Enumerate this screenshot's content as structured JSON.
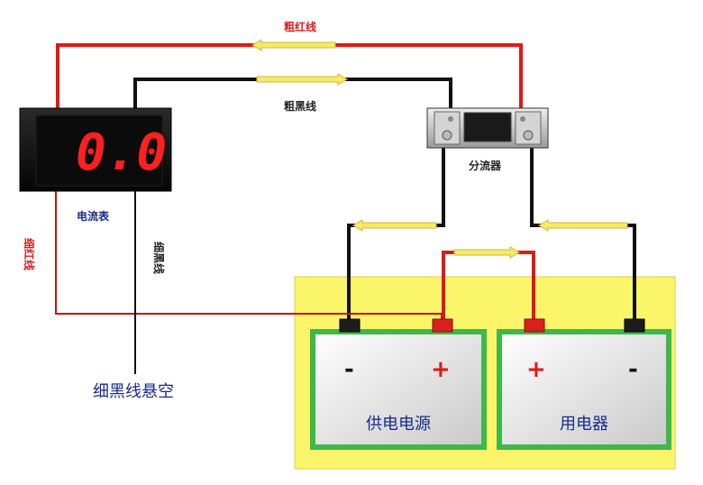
{
  "labels": {
    "thick_red": "粗红线",
    "thick_black": "粗黑线",
    "shunt": "分流器",
    "ammeter": "电流表",
    "thin_red": "细红线",
    "thin_black": "细黑线",
    "thin_black_floating": "细黑线悬空"
  },
  "meter": {
    "display": "0.0"
  },
  "batteries": [
    {
      "label": "供电电源",
      "left_terminal": "-",
      "right_terminal": "+"
    },
    {
      "label": "用电器",
      "left_terminal": "+",
      "right_terminal": "-"
    }
  ],
  "colors": {
    "red_wire": "#e01818",
    "black_wire": "#111111",
    "thin_red_wire": "#c21515",
    "arrow": "#f6ea66",
    "panel": "#fbf56a",
    "battery_frame": "#3db84a",
    "display_digits": "#ff2020"
  }
}
